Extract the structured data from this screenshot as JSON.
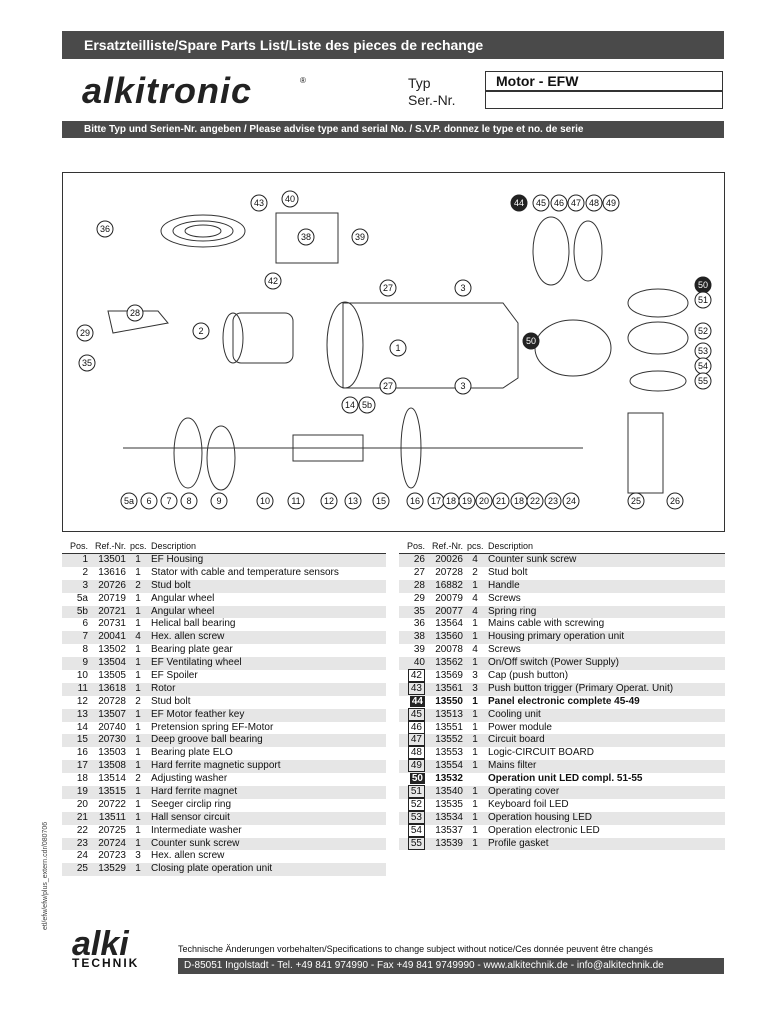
{
  "header": {
    "title": "Ersatzteilliste/Spare Parts List/Liste des pieces de rechange",
    "brand": "alkitronic",
    "brand_reg": "®",
    "typ_label": "Typ",
    "ser_label": "Ser.-Nr.",
    "typ_value": "Motor - EFW",
    "ser_value": "",
    "advise": "Bitte Typ und Serien-Nr. angeben / Please advise type and serial No. / S.V.P. donnez le type et no. de serie"
  },
  "diagram": {
    "callouts": [
      "1",
      "2",
      "3",
      "3",
      "5a",
      "5b",
      "6",
      "7",
      "8",
      "9",
      "10",
      "11",
      "12",
      "13",
      "14",
      "15",
      "16",
      "17",
      "18",
      "19",
      "20",
      "21",
      "18",
      "22",
      "23",
      "24",
      "25",
      "26",
      "27",
      "27",
      "28",
      "29",
      "35",
      "36",
      "38",
      "39",
      "40",
      "42",
      "43",
      "44",
      "45",
      "46",
      "47",
      "48",
      "49",
      "50",
      "50",
      "51",
      "52",
      "53",
      "54",
      "55"
    ]
  },
  "table": {
    "headers": {
      "pos": "Pos.",
      "ref": "Ref.-Nr.",
      "pcs": "pcs.",
      "desc": "Description"
    },
    "left": [
      {
        "pos": "1",
        "ref": "13501",
        "pcs": "1",
        "desc": "EF Housing"
      },
      {
        "pos": "2",
        "ref": "13616",
        "pcs": "1",
        "desc": "Stator with cable and temperature sensors"
      },
      {
        "pos": "3",
        "ref": "20726",
        "pcs": "2",
        "desc": "Stud bolt"
      },
      {
        "pos": "5a",
        "ref": "20719",
        "pcs": "1",
        "desc": "Angular wheel"
      },
      {
        "pos": "5b",
        "ref": "20721",
        "pcs": "1",
        "desc": "Angular wheel"
      },
      {
        "pos": "6",
        "ref": "20731",
        "pcs": "1",
        "desc": "Helical ball bearing"
      },
      {
        "pos": "7",
        "ref": "20041",
        "pcs": "4",
        "desc": "Hex. allen screw"
      },
      {
        "pos": "8",
        "ref": "13502",
        "pcs": "1",
        "desc": "Bearing plate gear"
      },
      {
        "pos": "9",
        "ref": "13504",
        "pcs": "1",
        "desc": "EF Ventilating wheel"
      },
      {
        "pos": "10",
        "ref": "13505",
        "pcs": "1",
        "desc": "EF Spoiler"
      },
      {
        "pos": "11",
        "ref": "13618",
        "pcs": "1",
        "desc": "Rotor"
      },
      {
        "pos": "12",
        "ref": "20728",
        "pcs": "2",
        "desc": "Stud bolt"
      },
      {
        "pos": "13",
        "ref": "13507",
        "pcs": "1",
        "desc": "EF Motor feather key"
      },
      {
        "pos": "14",
        "ref": "20740",
        "pcs": "1",
        "desc": "Pretension spring EF-Motor"
      },
      {
        "pos": "15",
        "ref": "20730",
        "pcs": "1",
        "desc": "Deep groove ball bearing"
      },
      {
        "pos": "16",
        "ref": "13503",
        "pcs": "1",
        "desc": "Bearing plate ELO"
      },
      {
        "pos": "17",
        "ref": "13508",
        "pcs": "1",
        "desc": "Hard ferrite magnetic support"
      },
      {
        "pos": "18",
        "ref": "13514",
        "pcs": "2",
        "desc": "Adjusting washer"
      },
      {
        "pos": "19",
        "ref": "13515",
        "pcs": "1",
        "desc": "Hard ferrite magnet"
      },
      {
        "pos": "20",
        "ref": "20722",
        "pcs": "1",
        "desc": "Seeger circlip ring"
      },
      {
        "pos": "21",
        "ref": "13511",
        "pcs": "1",
        "desc": "Hall sensor circuit"
      },
      {
        "pos": "22",
        "ref": "20725",
        "pcs": "1",
        "desc": "Intermediate washer"
      },
      {
        "pos": "23",
        "ref": "20724",
        "pcs": "1",
        "desc": "Counter sunk screw"
      },
      {
        "pos": "24",
        "ref": "20723",
        "pcs": "3",
        "desc": "Hex. allen screw"
      },
      {
        "pos": "25",
        "ref": "13529",
        "pcs": "1",
        "desc": "Closing plate operation unit"
      }
    ],
    "right": [
      {
        "pos": "26",
        "ref": "20026",
        "pcs": "4",
        "desc": "Counter sunk screw"
      },
      {
        "pos": "27",
        "ref": "20728",
        "pcs": "2",
        "desc": "Stud bolt"
      },
      {
        "pos": "28",
        "ref": "16882",
        "pcs": "1",
        "desc": "Handle"
      },
      {
        "pos": "29",
        "ref": "20079",
        "pcs": "4",
        "desc": "Screws"
      },
      {
        "pos": "35",
        "ref": "20077",
        "pcs": "4",
        "desc": "Spring ring"
      },
      {
        "pos": "36",
        "ref": "13564",
        "pcs": "1",
        "desc": "Mains cable with screwing"
      },
      {
        "pos": "38",
        "ref": "13560",
        "pcs": "1",
        "desc": "Housing primary operation unit"
      },
      {
        "pos": "39",
        "ref": "20078",
        "pcs": "4",
        "desc": "Screws"
      },
      {
        "pos": "40",
        "ref": "13562",
        "pcs": "1",
        "desc": "On/Off switch (Power Supply)"
      },
      {
        "pos": "42",
        "ref": "13569",
        "pcs": "3",
        "desc": "Cap (push button)"
      },
      {
        "pos": "43",
        "ref": "13561",
        "pcs": "3",
        "desc": "Push button trigger (Primary Operat. Unit)"
      },
      {
        "pos": "44",
        "ref": "13550",
        "pcs": "1",
        "desc": "Panel electronic complete 45-49"
      },
      {
        "pos": "45",
        "ref": "13513",
        "pcs": "1",
        "desc": "Cooling unit"
      },
      {
        "pos": "46",
        "ref": "13551",
        "pcs": "1",
        "desc": "Power module"
      },
      {
        "pos": "47",
        "ref": "13552",
        "pcs": "1",
        "desc": "Circuit board"
      },
      {
        "pos": "48",
        "ref": "13553",
        "pcs": "1",
        "desc": "Logic-CIRCUIT BOARD"
      },
      {
        "pos": "49",
        "ref": "13554",
        "pcs": "1",
        "desc": "Mains filter"
      },
      {
        "pos": "50",
        "ref": "13532",
        "pcs": "",
        "desc": "Operation unit LED compl. 51-55"
      },
      {
        "pos": "51",
        "ref": "13540",
        "pcs": "1",
        "desc": "Operating cover"
      },
      {
        "pos": "52",
        "ref": "13535",
        "pcs": "1",
        "desc": "Keyboard foil LED"
      },
      {
        "pos": "53",
        "ref": "13534",
        "pcs": "1",
        "desc": "Operation housing LED"
      },
      {
        "pos": "54",
        "ref": "13537",
        "pcs": "1",
        "desc": "Operation electronic LED"
      },
      {
        "pos": "55",
        "ref": "13539",
        "pcs": "1",
        "desc": "Profile gasket"
      }
    ]
  },
  "footer": {
    "logo": "alki",
    "logo_sub": "TECHNIK",
    "note": "Technische Änderungen vorbehalten/Specifications to change subject without notice/Ces donnée peuvent être changés",
    "address": "D-85051 Ingolstadt - Tel. +49 841 974990 - Fax +49 841 9749990 - www.alkitechnik.de - info@alkitechnik.de",
    "side": "etl/efw/efw/plus_extern.cdr/080706"
  }
}
